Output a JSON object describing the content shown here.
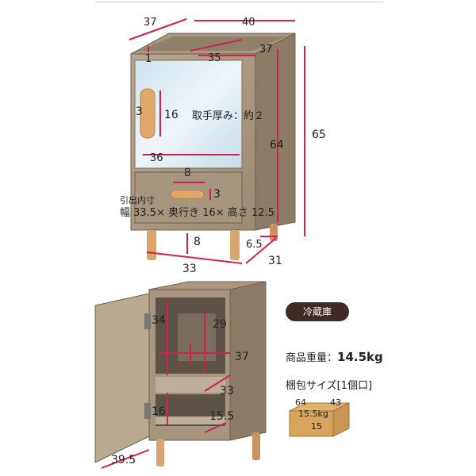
{
  "dims_top": {
    "depth_top": "37",
    "width_top": "40",
    "inner_depth_top": "37",
    "inner_width_top": "35",
    "thickness_top": "1",
    "handle_width": "3",
    "handle_height": "16",
    "handle_thickness_note": "取手厚み：約２",
    "height_body": "64",
    "height_total": "65",
    "door_width": "36",
    "drawer_handle_width": "8",
    "drawer_handle_height": "3",
    "drawer_inner_title": "引出内寸",
    "drawer_inner_dims": "幅 33.5× 奥行き 16× 高さ 12.5",
    "leg_height": "8",
    "base_offset": "6.5",
    "base_width": "33",
    "base_depth": "31"
  },
  "dims_bottom": {
    "upper_inner_height_left": "34",
    "upper_inner_height_right": "29",
    "inner_width": "37",
    "shelf_depth": "33",
    "lower_inner_height": "16",
    "lower_depth": "15.5",
    "door_width": "39.5"
  },
  "info": {
    "badge": "冷蔵庫",
    "weight_label": "商品重量：",
    "weight_value": "14.5kg",
    "package_label": "梱包サイズ[1個口]",
    "box_w": "64",
    "box_d": "43",
    "box_weight": "15.5kg",
    "box_h": "15"
  }
}
